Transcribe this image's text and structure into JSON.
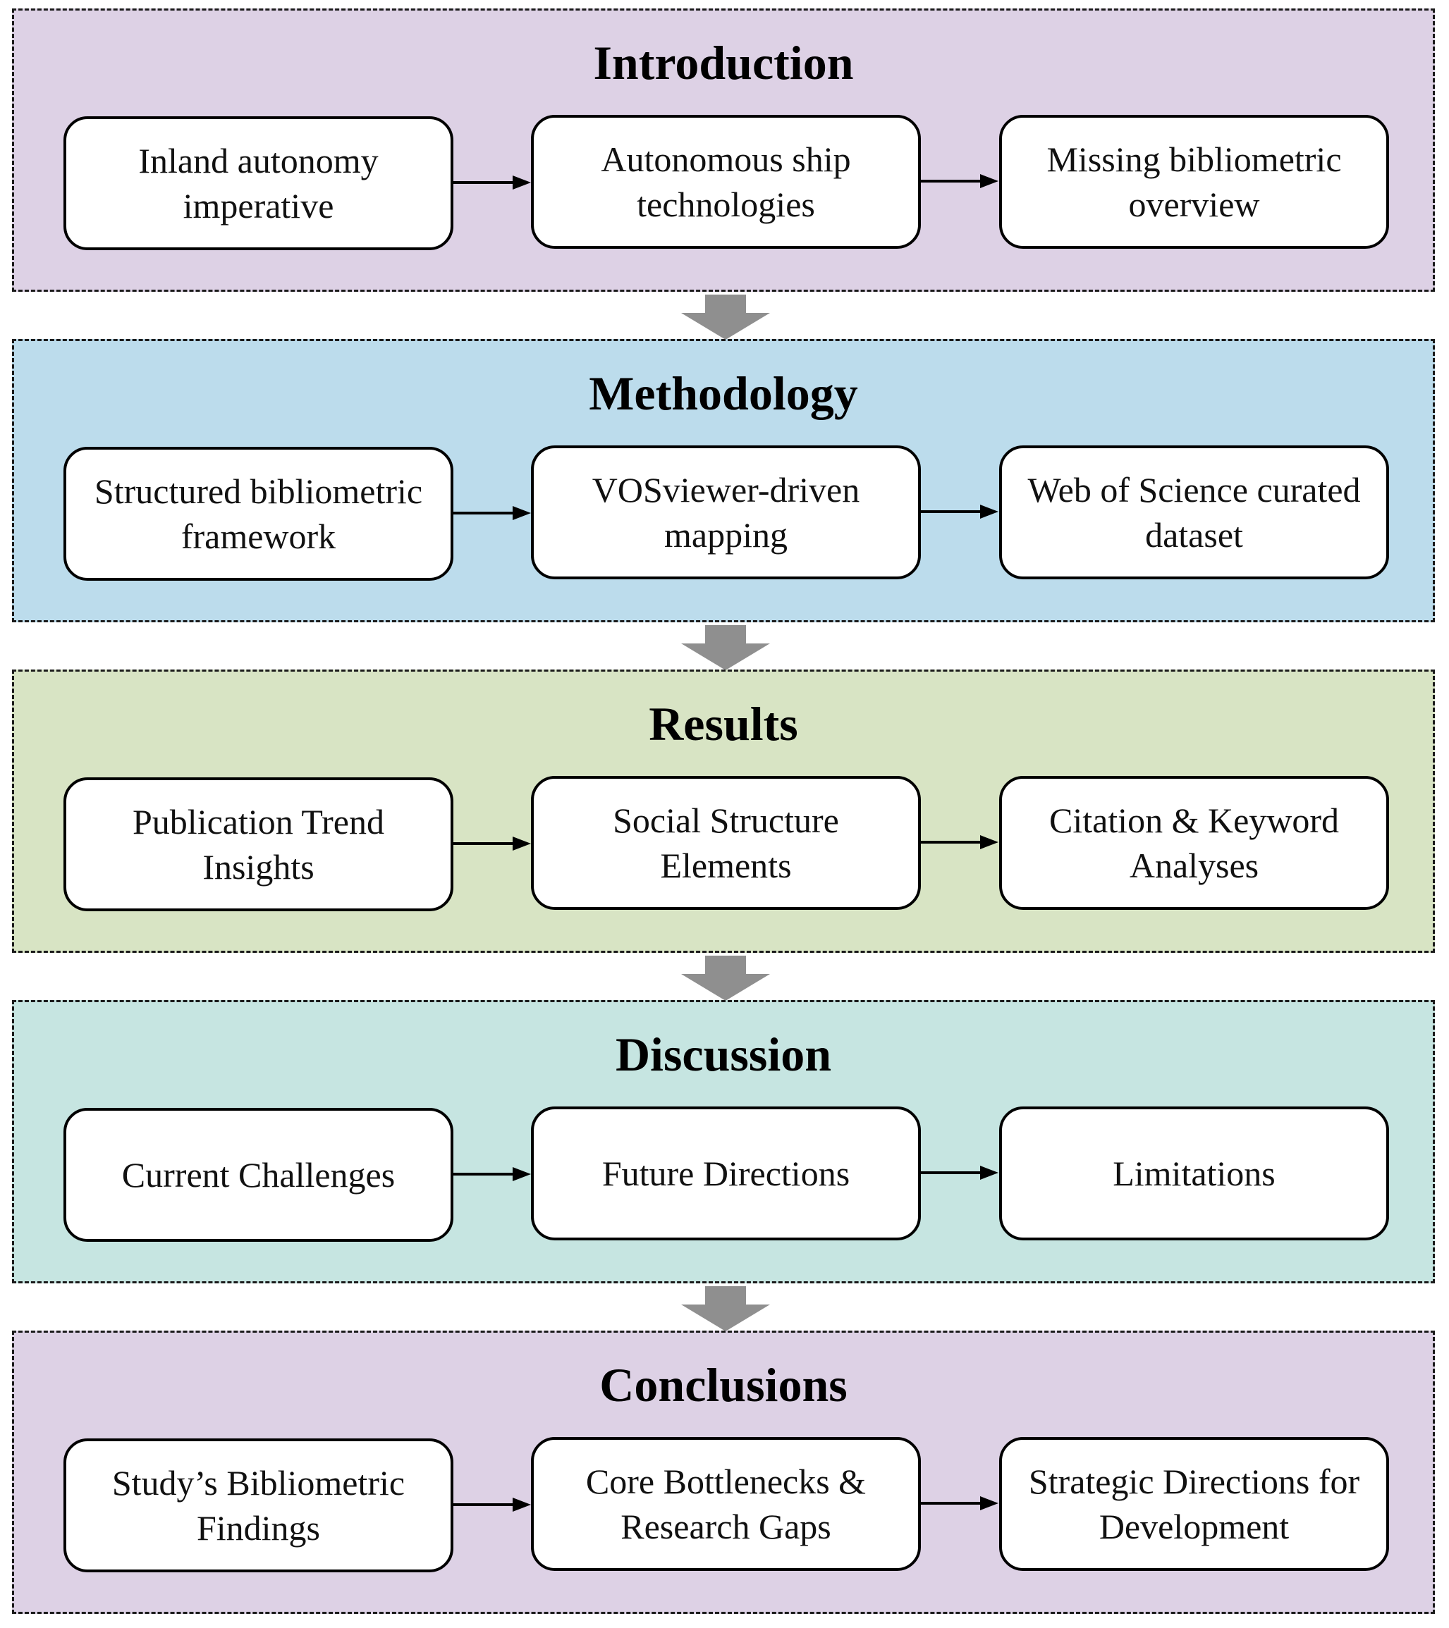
{
  "sections": [
    {
      "title": "Introduction",
      "color": "#ddd1e5",
      "boxes": [
        {
          "label": "Inland autonomy imperative"
        },
        {
          "label": "Autonomous ship technologies"
        },
        {
          "label": "Missing bibliometric overview"
        }
      ]
    },
    {
      "title": "Methodology",
      "color": "#bcdcec",
      "boxes": [
        {
          "label": "Structured bibliometric framework"
        },
        {
          "label": "VOSviewer-driven mapping"
        },
        {
          "label": "Web of Science curated dataset"
        }
      ]
    },
    {
      "title": "Results",
      "color": "#d8e4c4",
      "boxes": [
        {
          "label": "Publication Trend Insights"
        },
        {
          "label": "Social Structure Elements"
        },
        {
          "label": "Citation & Keyword Analyses"
        }
      ]
    },
    {
      "title": "Discussion",
      "color": "#c6e5e1",
      "boxes": [
        {
          "label": "Current Challenges"
        },
        {
          "label": "Future Directions"
        },
        {
          "label": "Limitations"
        }
      ]
    },
    {
      "title": "Conclusions",
      "color": "#ddd1e5",
      "boxes": [
        {
          "label": "Study’s Bibliometric Findings"
        },
        {
          "label": "Core Bottlenecks & Research Gaps"
        },
        {
          "label": "Strategic Directions for Development"
        }
      ]
    }
  ],
  "colors": {
    "box_fill": "#ffffff",
    "box_border": "#000000",
    "down_arrow": "#8f8f8f"
  }
}
